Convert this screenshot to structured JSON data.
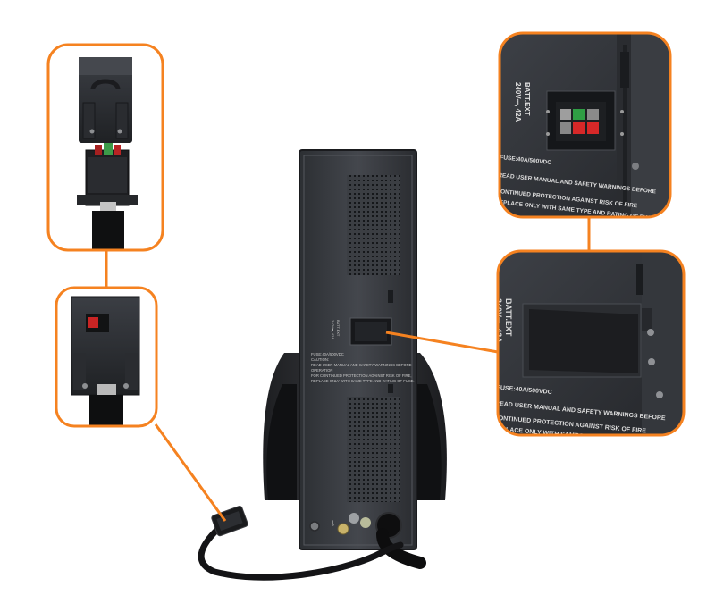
{
  "colors": {
    "callout_border": "#f58220",
    "ups_body": "#3a3d42",
    "ups_body_dark": "#26282c",
    "cable": "#151515",
    "connector_red": "#d62828",
    "connector_green": "#2f9e44",
    "background": "#ffffff"
  },
  "labels": {
    "batt_ext": "BATT.EXT",
    "rating": "240V⎓, 42A",
    "fuse_note": "FUSE:40A/500VDC",
    "warning_line1": "READ USER MANUAL AND SAFETY WARNINGS BEFORE",
    "warning_line2": "CONTINUED PROTECTION AGAINST RISK OF FIRE",
    "warning_line3": "REPLACE ONLY WITH SAME TYPE AND RATING OF FUSE",
    "caution": "CAUTION:",
    "rear_line1": "FUSE:40A/500VDC",
    "rear_line2": "CAUTION:",
    "rear_line3": "READ USER MANUAL AND SAFETY WARNINGS BEFORE",
    "rear_line4": "OPERATION",
    "rear_line5": "FOR CONTINUED PROTECTION AGAINST RISK OF FIRE,",
    "rear_line6": "REPLACE ONLY WITH SAME TYPE AND RATING OF FUSE."
  },
  "icons": [
    "connector-plug-icon",
    "connector-cover-icon",
    "battery-port-icon"
  ]
}
